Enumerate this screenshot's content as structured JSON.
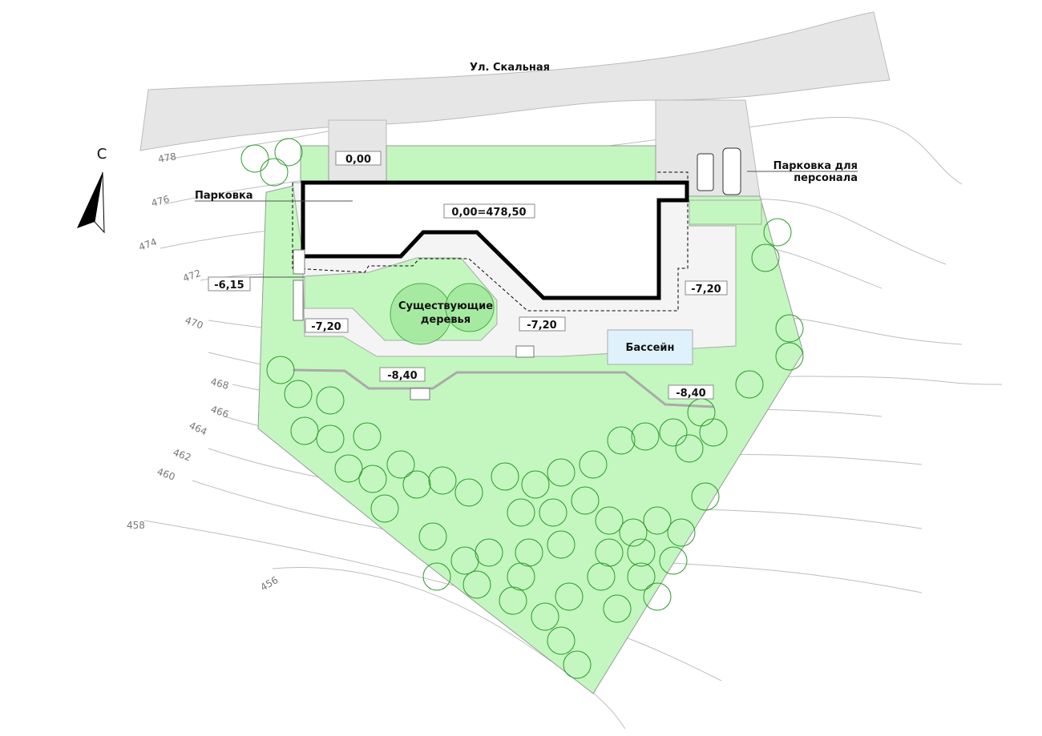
{
  "street_label": "Ул. Скальная",
  "north_label": "С",
  "labels": {
    "parking": "Парковка",
    "staff_parking_line1": "Парковка для",
    "staff_parking_line2": "персонала",
    "existing_trees_line1": "Существующие",
    "existing_trees_line2": "деревья",
    "pool": "Бассейн"
  },
  "levels": {
    "entry": "0,00",
    "building": "0,00=478,50",
    "stairs": "-6,15",
    "terrace_left": "-7,20",
    "terrace_mid": "-7,20",
    "terrace_right": "-7,20",
    "lower_left": "-8,40",
    "lower_right": "-8,40"
  },
  "contours": [
    "478",
    "476",
    "474",
    "472",
    "470",
    "468",
    "466",
    "464",
    "462",
    "460",
    "458",
    "456"
  ],
  "colors": {
    "site": "#c3f7bf",
    "road": "#e6e6e6",
    "pool": "#dff2fc",
    "tree": "#2a9a2a"
  }
}
